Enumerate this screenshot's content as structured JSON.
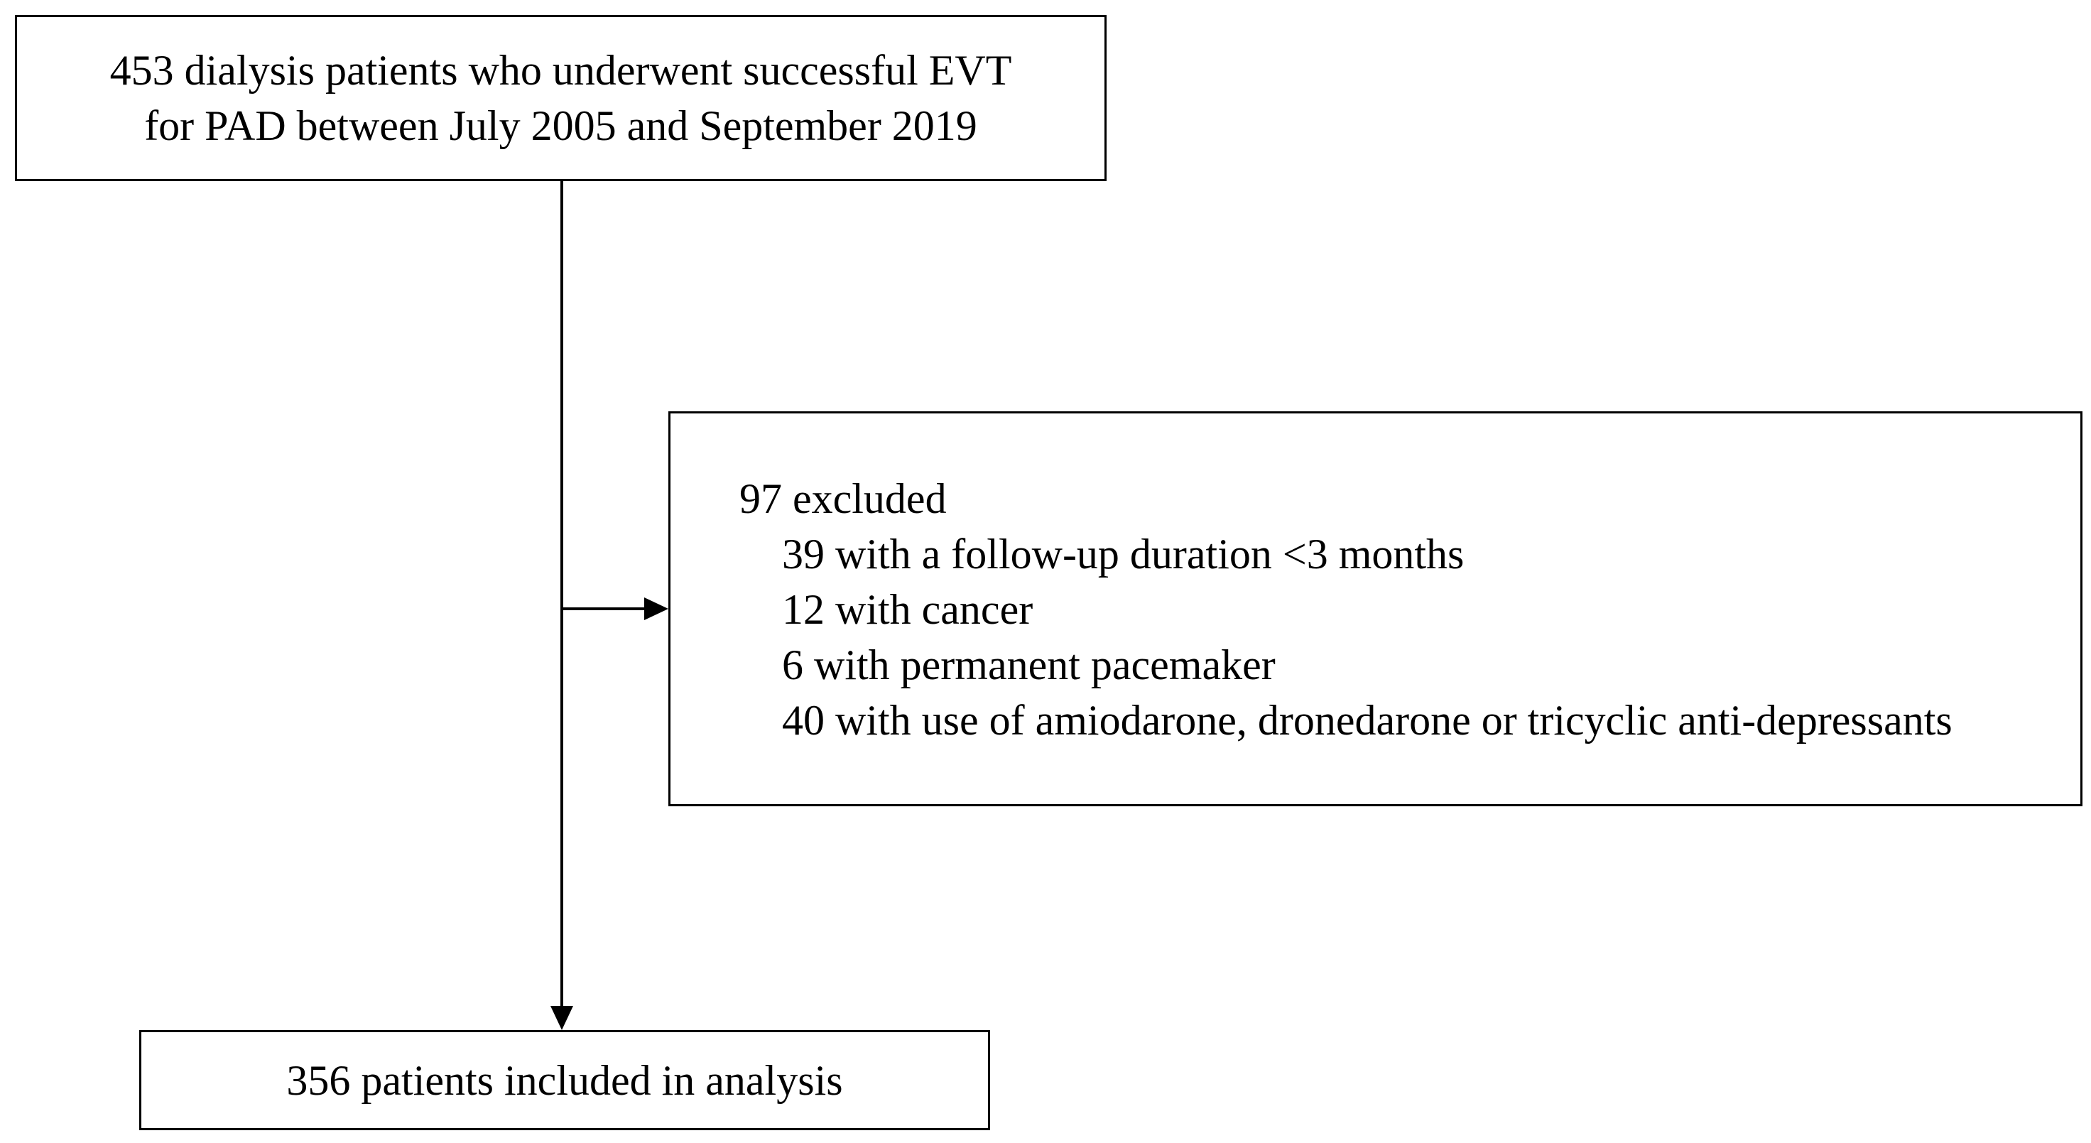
{
  "flowchart": {
    "start": {
      "line1": "453 dialysis patients who underwent successful EVT",
      "line2": "for PAD between July 2005 and September 2019"
    },
    "excluded": {
      "heading": "97 excluded",
      "reasons": [
        "39 with a follow-up duration <3 months",
        "12 with cancer",
        "6 with permanent pacemaker",
        "40 with use of amiodarone, dronedarone or tricyclic anti-depressants"
      ]
    },
    "final": {
      "label": "356 patients included in analysis"
    }
  }
}
